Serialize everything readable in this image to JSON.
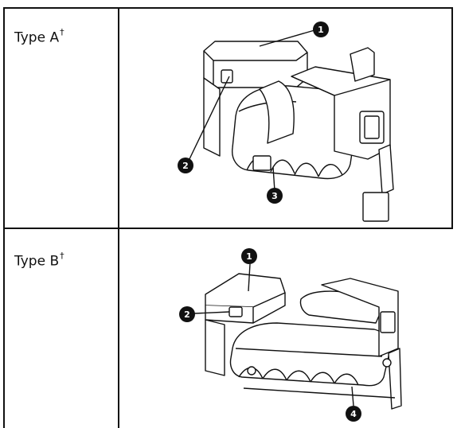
{
  "rows": [
    {
      "type_label": "Type A",
      "type_mark": "†",
      "callouts": [
        "1",
        "2",
        "3"
      ]
    },
    {
      "type_label": "Type B",
      "type_mark": "†",
      "callouts": [
        "1",
        "2",
        "4"
      ]
    }
  ]
}
